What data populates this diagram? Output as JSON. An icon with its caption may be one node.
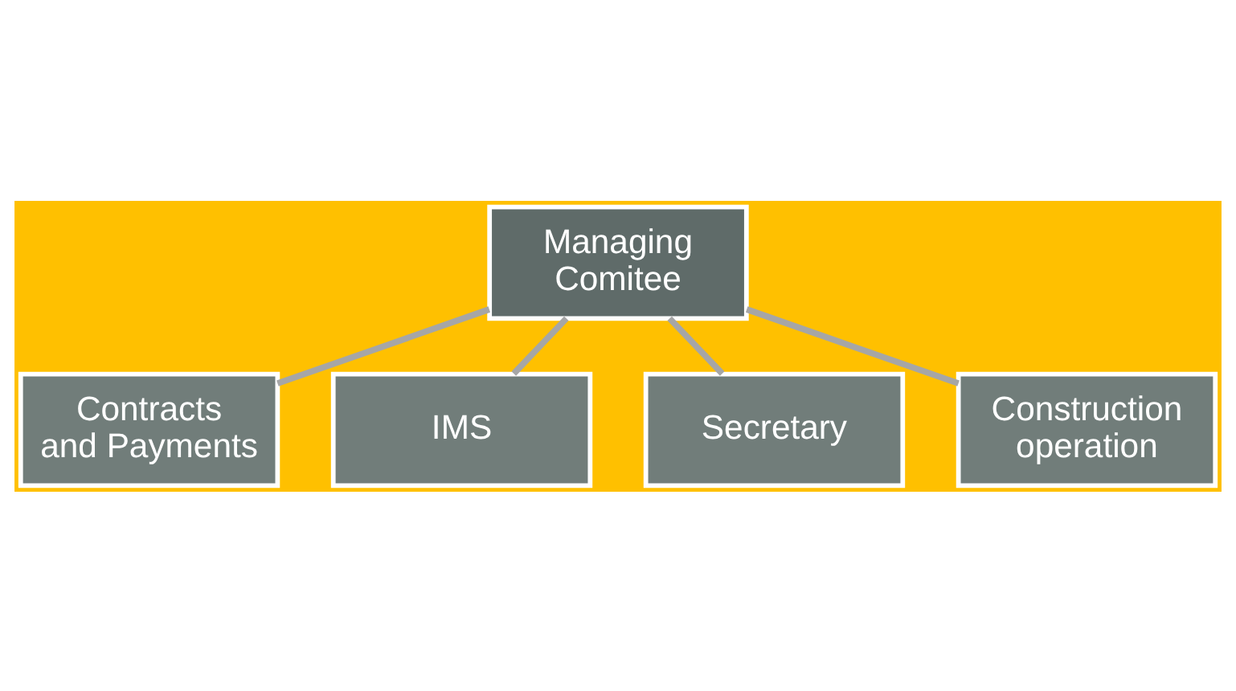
{
  "diagram": {
    "nodes": [
      {
        "text": [
          "Managing Comitee"
        ]
      },
      {
        "text": [
          "Contracts and Payments"
        ]
      },
      {
        "text": [
          "IMS"
        ]
      },
      {
        "text": [
          "Secretary"
        ]
      },
      {
        "text": [
          "Construction operation"
        ]
      }
    ],
    "edges": [
      {
        "from": 0,
        "to": 1,
        "arrow": "none"
      },
      {
        "from": 0,
        "to": 2,
        "arrow": "none"
      },
      {
        "from": 0,
        "to": 3,
        "arrow": "none"
      },
      {
        "from": 0,
        "to": 4,
        "arrow": "none"
      }
    ]
  }
}
